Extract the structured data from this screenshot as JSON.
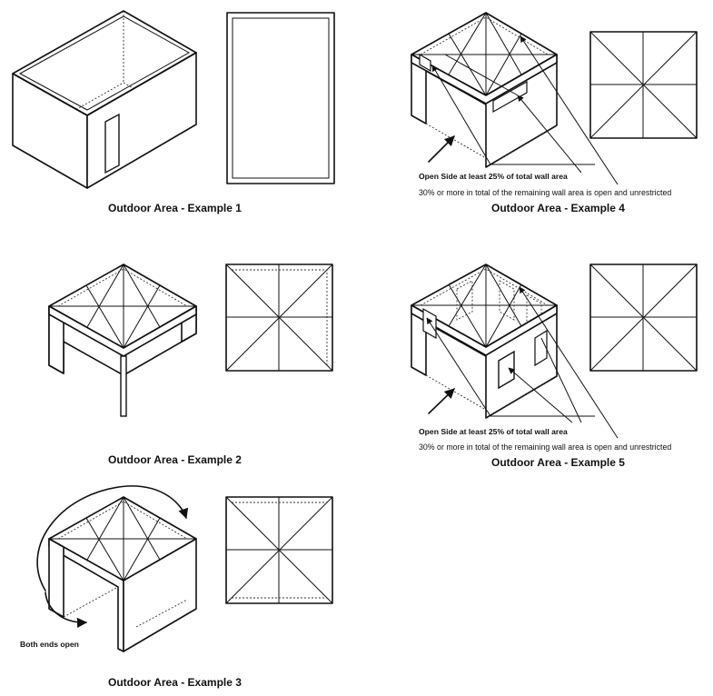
{
  "examples": [
    {
      "caption": "Outdoor Area - Example 1"
    },
    {
      "caption": "Outdoor Area - Example 2"
    },
    {
      "caption": "Outdoor Area - Example 3",
      "note": "Both ends open"
    },
    {
      "caption": "Outdoor Area - Example 4",
      "open_side_note": "Open Side at least 25% of total wall area",
      "remaining_note": "30% or more in total of the remaining wall area is open and unrestricted"
    },
    {
      "caption": "Outdoor Area - Example 5",
      "open_side_note": "Open Side at least 25% of total wall area",
      "remaining_note": "30% or more in total of the remaining wall area is open and unrestricted"
    }
  ]
}
